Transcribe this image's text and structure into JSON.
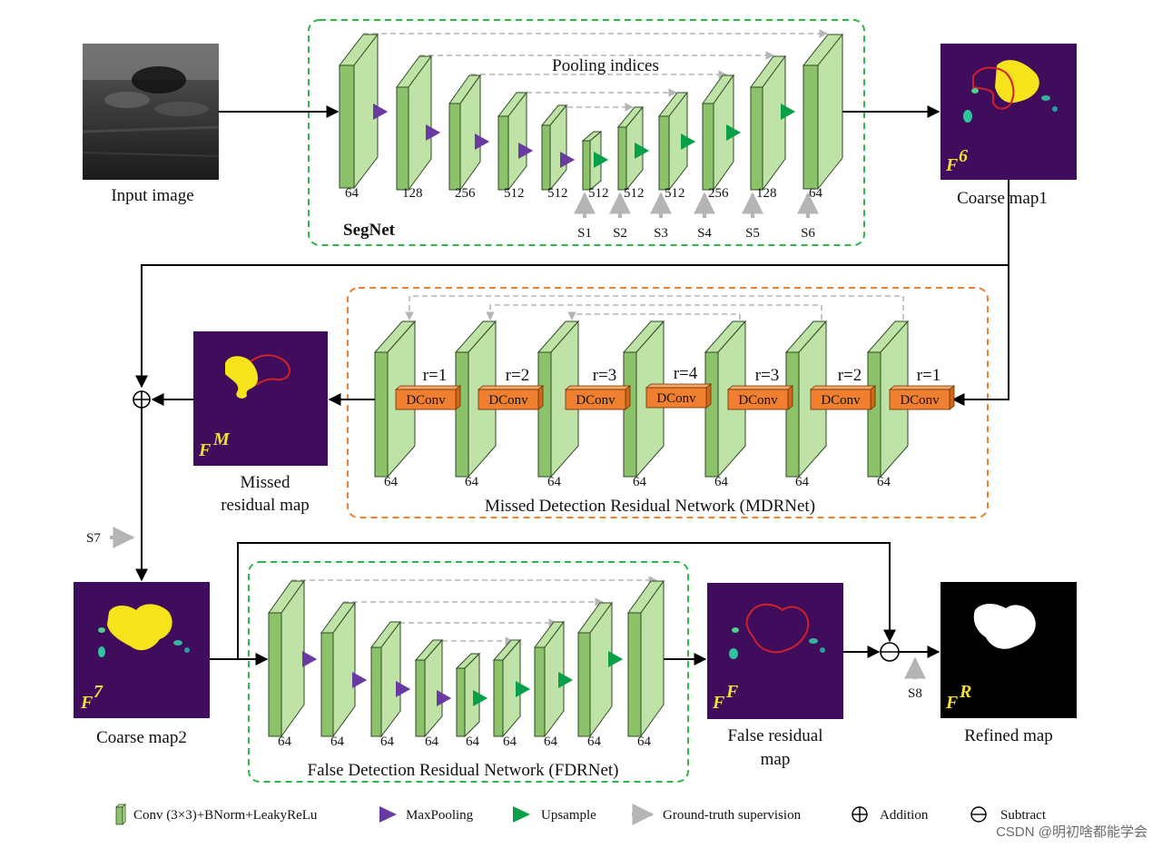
{
  "labels": {
    "input_image": "Input image",
    "coarse_map1": "Coarse map1",
    "coarse_map2": "Coarse map2",
    "missed_residual_line1": "Missed",
    "missed_residual_line2": "residual map",
    "false_residual_line1": "False residual",
    "false_residual_line2": "map",
    "refined_map": "Refined  map",
    "segnet": "SegNet",
    "pooling_indices": "Pooling indices",
    "mdrnet": "Missed Detection Residual Network (MDRNet)",
    "fdrnet": "False Detection Residual Network (FDRNet)"
  },
  "map_tags": {
    "f6": "F",
    "f6_sup": "6",
    "fm": "F",
    "fm_sup": "M",
    "f7": "F",
    "f7_sup": "7",
    "ff": "F",
    "ff_sup": "F",
    "fr": "F",
    "fr_sup": "R"
  },
  "segnet_channels": [
    "64",
    "128",
    "256",
    "512",
    "512",
    "512",
    "512",
    "512",
    "256",
    "128",
    "64"
  ],
  "supervision": [
    "S1",
    "S2",
    "S3",
    "S4",
    "S5",
    "S6"
  ],
  "s7": "S7",
  "s8": "S8",
  "mdr_channels": [
    "64",
    "64",
    "64",
    "64",
    "64",
    "64",
    "64"
  ],
  "mdr_rates": [
    "r=1",
    "r=2",
    "r=3",
    "r=4",
    "r=3",
    "r=2",
    "r=1"
  ],
  "dconv": "DConv",
  "fdr_channels": [
    "64",
    "64",
    "64",
    "64",
    "64",
    "64",
    "64",
    "64",
    "64"
  ],
  "legend": {
    "conv": "Conv (3×3)+BNorm+LeakyReLu",
    "maxpool": "MaxPooling",
    "upsample": "Upsample",
    "gt": "Ground-truth supervision",
    "addition": "Addition",
    "subtract": "Subtract"
  },
  "watermark": "CSDN @明初啥都能学会",
  "colors": {
    "block_face": "#8cc36a",
    "block_side": "#bfe3a6",
    "block_edge": "#2f4a24",
    "maxpool": "#6a3aa3",
    "upsample": "#0aa04a",
    "dconv": "#f08030",
    "segnet_border": "#2fb54a",
    "mdrnet_border": "#f08030",
    "map_bg": "#3f0d5c",
    "lesion": "#f7e31c",
    "contour": "#d0202a"
  }
}
